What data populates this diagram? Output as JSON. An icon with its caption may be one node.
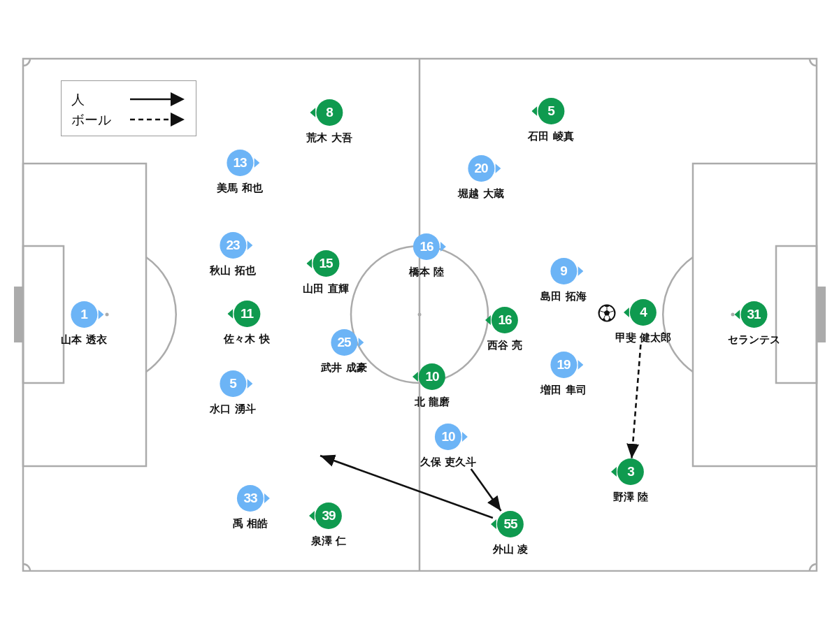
{
  "diagram": {
    "nodes": [
      {
        "text": [
          "1"
        ],
        "beside": [
          "山本 透衣"
        ]
      },
      {
        "text": [
          "13"
        ],
        "beside": [
          "美馬 和也"
        ]
      },
      {
        "text": [
          "23"
        ],
        "beside": [
          "秋山 拓也"
        ]
      },
      {
        "text": [
          "5"
        ],
        "beside": [
          "水口 湧斗"
        ]
      },
      {
        "text": [
          "33"
        ],
        "beside": [
          "禹 相皓"
        ]
      },
      {
        "text": [
          "25"
        ],
        "beside": [
          "武井 成豪"
        ]
      },
      {
        "text": [
          "16"
        ],
        "beside": [
          "橋本 陸"
        ]
      },
      {
        "text": [
          "20"
        ],
        "beside": [
          "堀越 大蔵"
        ]
      },
      {
        "text": [
          "10"
        ],
        "beside": [
          "久保 吏久斗"
        ]
      },
      {
        "text": [
          "9"
        ],
        "beside": [
          "島田 拓海"
        ]
      },
      {
        "text": [
          "19"
        ],
        "beside": [
          "増田 隼司"
        ]
      },
      {
        "text": [
          "8"
        ],
        "beside": [
          "荒木 大吾"
        ]
      },
      {
        "text": [
          "11"
        ],
        "beside": [
          "佐々木 快"
        ]
      },
      {
        "text": [
          "15"
        ],
        "beside": [
          "山田 直輝"
        ]
      },
      {
        "text": [
          "39"
        ],
        "beside": [
          "泉澤 仁"
        ]
      },
      {
        "text": [
          "10"
        ],
        "beside": [
          "北 龍磨"
        ]
      },
      {
        "text": [
          "16"
        ],
        "beside": [
          "西谷 亮"
        ]
      },
      {
        "text": [
          "5"
        ],
        "beside": [
          "石田 崚真"
        ]
      },
      {
        "text": [
          "3"
        ],
        "beside": [
          "野澤 陸"
        ]
      },
      {
        "text": [
          "55"
        ],
        "beside": [
          "外山 凌"
        ]
      },
      {
        "text": [
          "4"
        ],
        "beside": [
          "甲斐 健太郎"
        ]
      },
      {
        "text": [
          "31"
        ],
        "beside": [
          "セランテス"
        ]
      }
    ],
    "edges": [
      {
        "from": 8,
        "to": 19,
        "arrow": "to"
      },
      {
        "from": 19,
        "to": null,
        "arrow": "to"
      },
      {
        "from": 20,
        "to": 18,
        "arrow": "to",
        "style": "dashed"
      }
    ],
    "legend": [
      {
        "text": "人"
      },
      {
        "text": "ボール"
      }
    ]
  }
}
